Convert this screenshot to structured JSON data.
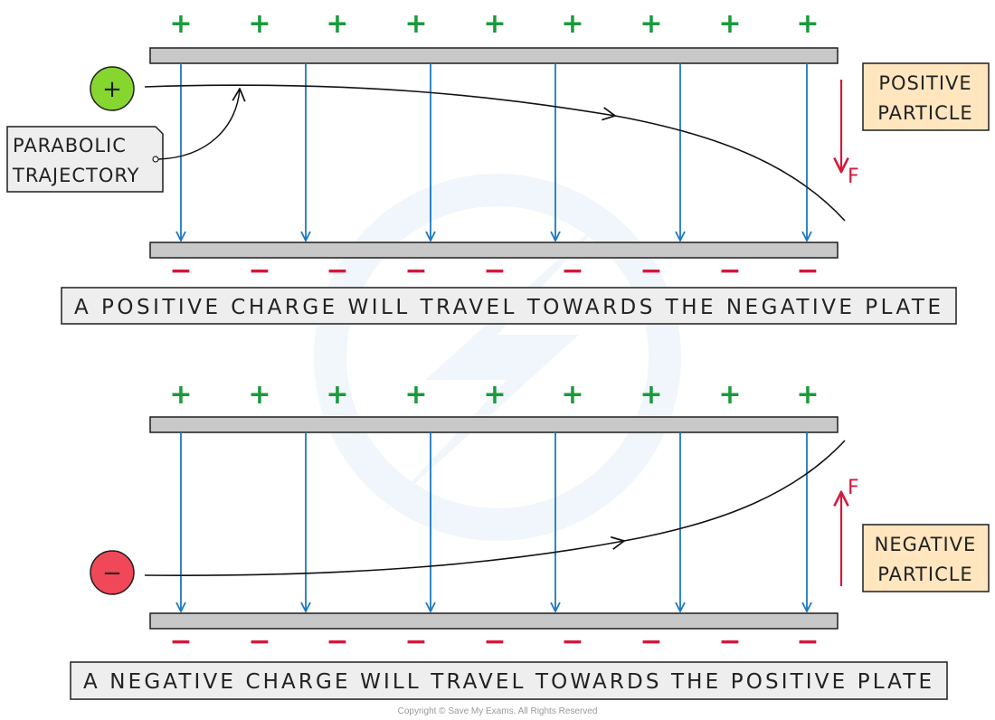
{
  "colors": {
    "plate": "#c8c8c8",
    "plate_stroke": "#1e1e1e",
    "field_line": "#1c78c0",
    "plus_sign": "#1a9a3c",
    "minus_sign": "#d4183c",
    "force_arrow": "#d4183c",
    "positive_particle": "#86d630",
    "negative_particle": "#f04858",
    "label_box": "#ffe6bf",
    "caption_box": "#eeeeee"
  },
  "icons": {
    "positive_particle": "plus-circle-icon",
    "negative_particle": "minus-circle-icon",
    "watermark": "save-my-exams-logo-watermark"
  },
  "top_panel": {
    "plate_top_sign": "+",
    "plate_bottom_sign": "−",
    "particle_symbol": "+",
    "particle_label_line1": "POSITIVE",
    "particle_label_line2": "PARTICLE",
    "force_label": "F",
    "trajectory_label_line1": "PARABOLIC",
    "trajectory_label_line2": "TRAJECTORY",
    "caption": "A POSITIVE CHARGE WILL TRAVEL TOWARDS THE NEGATIVE PLATE"
  },
  "bottom_panel": {
    "plate_top_sign": "+",
    "plate_bottom_sign": "−",
    "particle_symbol": "−",
    "particle_label_line1": "NEGATIVE",
    "particle_label_line2": "PARTICLE",
    "force_label": "F",
    "caption": "A NEGATIVE CHARGE WILL TRAVEL TOWARDS THE POSITIVE PLATE"
  },
  "copyright": "Copyright © Save My Exams. All Rights Reserved"
}
